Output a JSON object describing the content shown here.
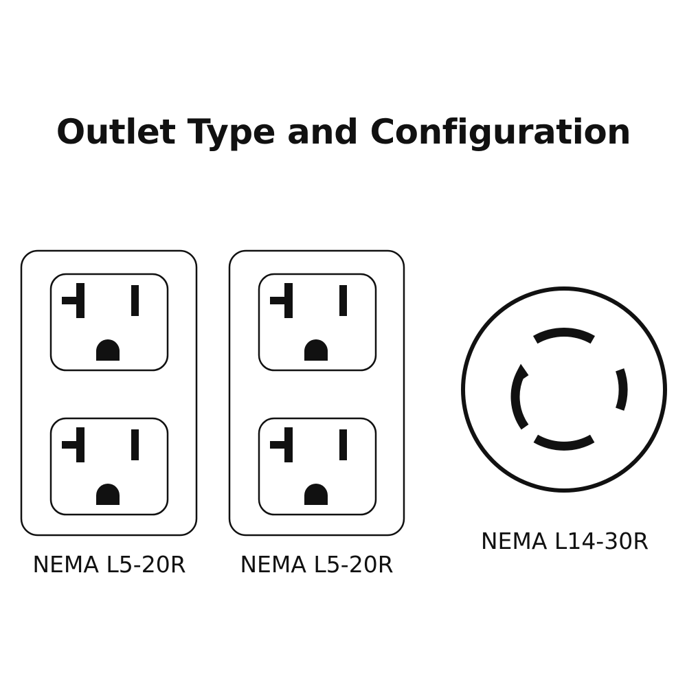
{
  "title": "Outlet Type and Configuration",
  "outlets": [
    {
      "label": "NEMA L5-20R",
      "receptacles": 2
    },
    {
      "label": "NEMA L5-20R",
      "receptacles": 2
    },
    {
      "label": "NEMA L14-30R",
      "receptacles": 1
    }
  ],
  "colors": {
    "stroke": "#111111",
    "background": "#ffffff"
  }
}
